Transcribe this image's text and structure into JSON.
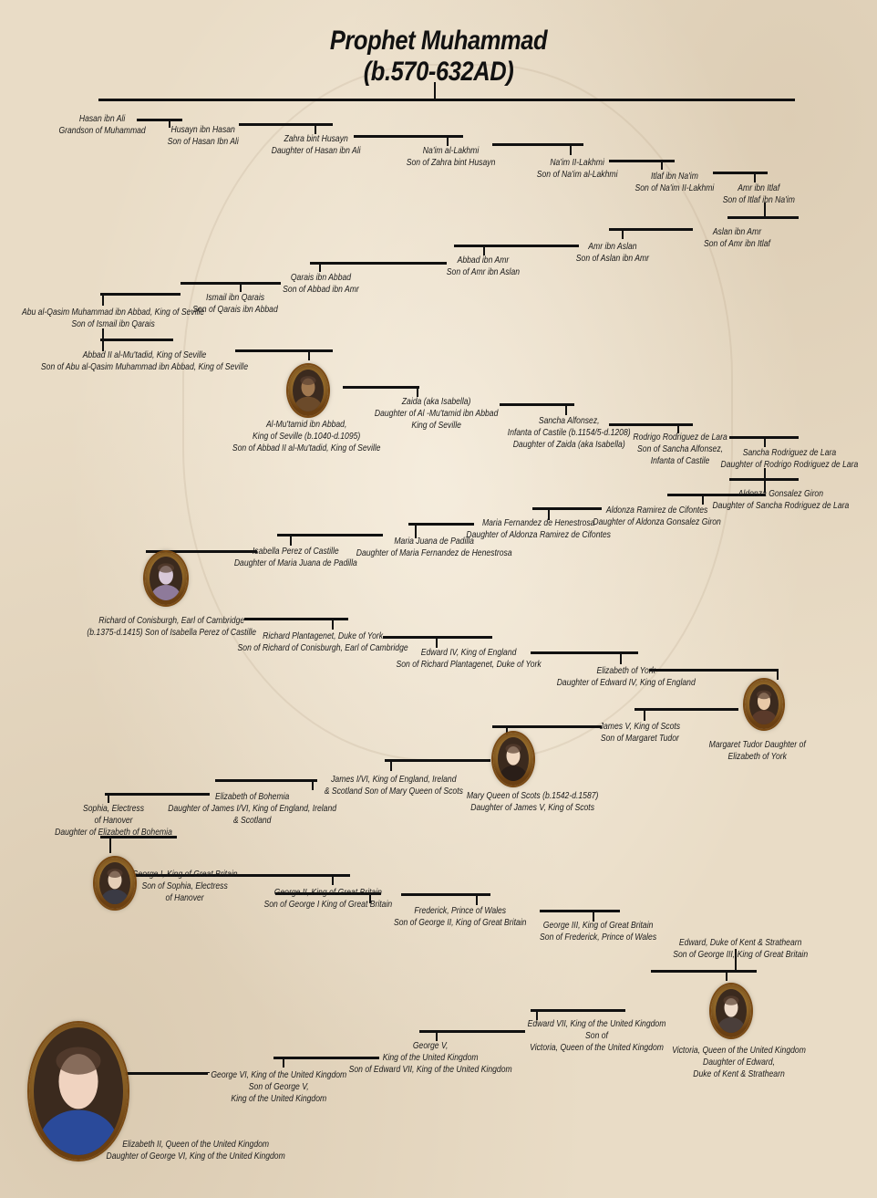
{
  "title": {
    "line1": "Prophet Muhammad",
    "line2": "(b.570-632AD)"
  },
  "people": [
    {
      "line1": "Hasan ibn Ali",
      "line2": "Grandson of Muhammad"
    },
    {
      "line1": "Husayn ibn Hasan",
      "line2": "Son of Hasan Ibn Ali"
    },
    {
      "line1": "Zahra bint Husayn",
      "line2": "Daughter of Hasan ibn Ali"
    },
    {
      "line1": "Na'im al-Lakhmi",
      "line2": "Son of Zahra bint Husayn"
    },
    {
      "line1": "Na'im II-Lakhmi",
      "line2": "Son of Na'im al-Lakhmi"
    },
    {
      "line1": "Itlaf ibn Na'im",
      "line2": "Son of Na'im II-Lakhmi"
    },
    {
      "line1": "Amr ibn Itlaf",
      "line2": "Son of Itlaf ibn Na'im"
    },
    {
      "line1": "Aslan ibn Amr",
      "line2": "Son of Amr ibn Itlaf"
    },
    {
      "line1": "Amr ibn Aslan",
      "line2": "Son of Aslan ibn Amr"
    },
    {
      "line1": "Abbad ibn Amr",
      "line2": "Son of Amr ibn Aslan"
    },
    {
      "line1": "Qarais ibn Abbad",
      "line2": "Son of Abbad ibn Amr"
    },
    {
      "line1": "Ismail ibn Qarais",
      "line2": "Son of Qarais ibn Abbad"
    },
    {
      "line1": "Abu al-Qasim Muhammad ibn Abbad, King of Seville",
      "line2": "Son of Ismail ibn Qarais"
    },
    {
      "line1": "Abbad II al-Mu'tadid, King of Seville",
      "line2": "Son of Abu al-Qasim Muhammad ibn Abbad, King of Seville"
    },
    {
      "line1": "Al-Mu'tamid ibn Abbad,",
      "line2": "King of Seville (b.1040-d.1095)",
      "line3": "Son of Abbad II al-Mu'tadid, King of Seville"
    },
    {
      "line1": "Zaida (aka Isabella)",
      "line2": "Daughter of Al -Mu'tamid ibn Abbad",
      "line3": "King of Seville"
    },
    {
      "line1": "Sancha Alfonsez,",
      "line2": "Infanta of Castile (b.1154/5-d.1208)",
      "line3": "Daughter of Zaida (aka Isabella)"
    },
    {
      "line1": "Rodrigo Rodriguez de Lara",
      "line2": "Son of Sancha Alfonsez,",
      "line3": "Infanta of Castile"
    },
    {
      "line1": "Sancha Rodriguez de Lara",
      "line2": "Daughter of Rodrigo Rodriguez de Lara"
    },
    {
      "line1": "Aldonza Gonsalez Giron",
      "line2": "Daughter of Sancha Rodriguez de Lara"
    },
    {
      "line1": "Aldonza Ramirez de Cifontes",
      "line2": "Daughter of Aldonza Gonsalez Giron"
    },
    {
      "line1": "Maria Fernandez de Henestrosa",
      "line2": "Daughter of Aldonza Ramirez de Cifontes"
    },
    {
      "line1": "Maria Juana de Padilla",
      "line2": "Daughter of  Maria Fernandez de Henestrosa"
    },
    {
      "line1": "Isabella Perez of Castille",
      "line2": "Daughter of Maria Juana de Padilla"
    },
    {
      "line1": "Richard of Conisburgh, Earl of Cambridge",
      "line2": "(b.1375-d.1415) Son of Isabella Perez of Castille"
    },
    {
      "line1": "Richard Plantagenet, Duke of York",
      "line2": "Son of Richard of Conisburgh, Earl of Cambridge"
    },
    {
      "line1": "Edward IV, King of England",
      "line2": "Son of Richard Plantagenet, Duke of York"
    },
    {
      "line1": "Elizabeth of York",
      "line2": "Daughter of Edward IV, King of England"
    },
    {
      "line1": "Margaret Tudor Daughter of",
      "line2": "Elizabeth of York"
    },
    {
      "line1": "James V, King of Scots",
      "line2": "Son of Margaret Tudor"
    },
    {
      "line1": "Mary Queen of Scots (b.1542-d.1587)",
      "line2": "Daughter of James V, King of Scots"
    },
    {
      "line1": "James I/VI, King of England, Ireland",
      "line2": "& Scotland Son of Mary Queen of Scots"
    },
    {
      "line1": "Elizabeth of Bohemia",
      "line2": "Daughter of James I/VI, King of England, Ireland",
      "line3": "& Scotland"
    },
    {
      "line1": "Sophia, Electress",
      "line2": "of Hanover",
      "line3": "Daughter of Elizabeth of Bohemia"
    },
    {
      "line1": "George I, King of Great Britain",
      "line2": "Son of Sophia, Electress",
      "line3": "of Hanover"
    },
    {
      "line1": "George II, King of Great Britain",
      "line2": "Son of George I King of Great Britain"
    },
    {
      "line1": "Frederick, Prince of Wales",
      "line2": "Son of George II, King of Great Britain"
    },
    {
      "line1": "George III, King of Great Britain",
      "line2": "Son of Frederick, Prince of Wales"
    },
    {
      "line1": "Edward, Duke of Kent & Strathearn",
      "line2": "Son of George III, King of Great Britain"
    },
    {
      "line1": "Victoria, Queen of the United Kingdom",
      "line2": "Daughter of Edward,",
      "line3": "Duke of Kent & Strathearn"
    },
    {
      "line1": "Edward VII, King of the United Kingdom",
      "line2": "Son of",
      "line3": "Victoria, Queen of the United Kingdom"
    },
    {
      "line1": "George V,",
      "line2": "King of the United Kingdom",
      "line3": "Son of Edward VII, King of the United Kingdom"
    },
    {
      "line1": "George VI, King of the United Kingdom",
      "line2": "Son of George V,",
      "line3": "King of the United Kingdom"
    },
    {
      "line1": "Elizabeth II, Queen of the United Kingdom",
      "line2": "Daughter of George VI, King of the United Kingdom"
    }
  ],
  "portraits": [
    {
      "subject": "Al-Mu'tamid ibn Abbad",
      "icon": "portrait-icon"
    },
    {
      "subject": "Richard of Conisburgh",
      "icon": "portrait-icon"
    },
    {
      "subject": "Margaret Tudor",
      "icon": "portrait-icon"
    },
    {
      "subject": "Mary Queen of Scots",
      "icon": "portrait-icon"
    },
    {
      "subject": "George I",
      "icon": "portrait-icon"
    },
    {
      "subject": "Victoria",
      "icon": "portrait-icon"
    },
    {
      "subject": "Elizabeth II",
      "icon": "portrait-icon"
    }
  ],
  "colors": {
    "background": "#e9dcc6",
    "line": "#111111",
    "frame_gold": "#b8862e"
  }
}
